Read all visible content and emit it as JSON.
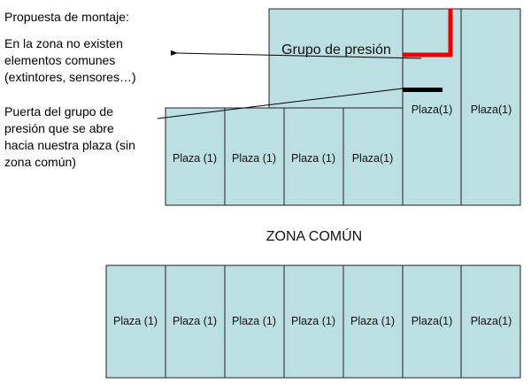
{
  "title": "Propuesta de montaje:",
  "note1": [
    "En la zona no existen",
    "elementos comunes",
    "(extintores, sensores…)"
  ],
  "note2": [
    "Puerta del grupo de",
    "presión que se abre",
    "hacia nuestra plaza (sin",
    "zona común)"
  ],
  "pressure_group_label": "Grupo de presión",
  "common_zone_label": "ZONA COMÚN",
  "top_row_plazas": [
    "Plaza (1)",
    "Plaza (1)",
    "Plaza (1)",
    "Plaza(1)"
  ],
  "tall_plazas": [
    "Plaza(1)",
    "Plaza(1)"
  ],
  "bottom_row_plazas": [
    "Plaza (1)",
    "Plaza (1)",
    "Plaza (1)",
    "Plaza (1)",
    "Plaza (1)",
    "Plaza(1)",
    "Plaza(1)"
  ],
  "colors": {
    "cell": "#bcdfe2",
    "wall": "#ee0000",
    "door": "#000000"
  }
}
